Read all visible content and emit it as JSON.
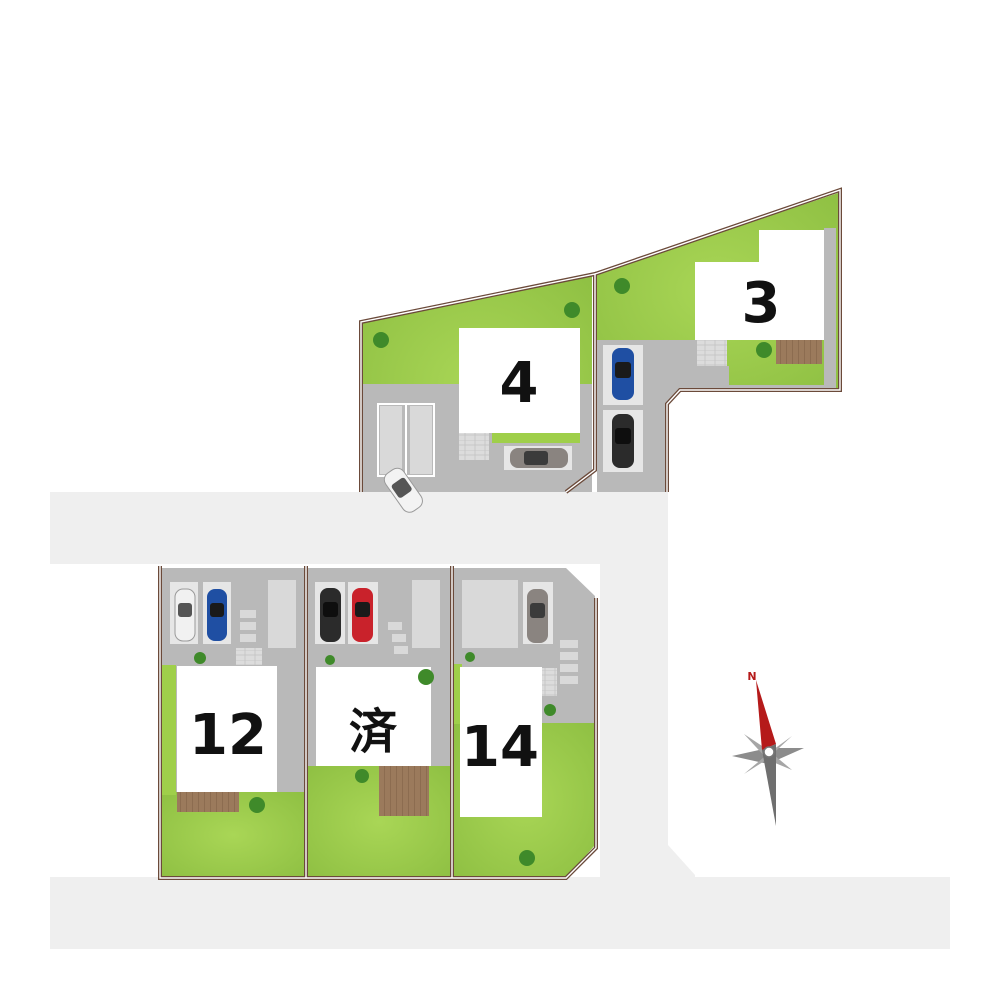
{
  "lots": [
    {
      "id": "lot-4",
      "label": "4"
    },
    {
      "id": "lot-3",
      "label": "3"
    },
    {
      "id": "lot-12",
      "label": "12"
    },
    {
      "id": "lot-sold",
      "label": "済"
    },
    {
      "id": "lot-14",
      "label": "14"
    }
  ],
  "compass": {
    "north_label": "N"
  },
  "colors": {
    "road": "#efefef",
    "parking": "#b9b9b9",
    "lawn": "#9fcf4a",
    "lawn_dark": "#86b83a",
    "house": "#ffffff",
    "fence": "#6b4a3a",
    "deck": "#9b7a5c",
    "tree": "#3f8a2a",
    "compass_red": "#b51a1a",
    "compass_grey": "#707070"
  }
}
